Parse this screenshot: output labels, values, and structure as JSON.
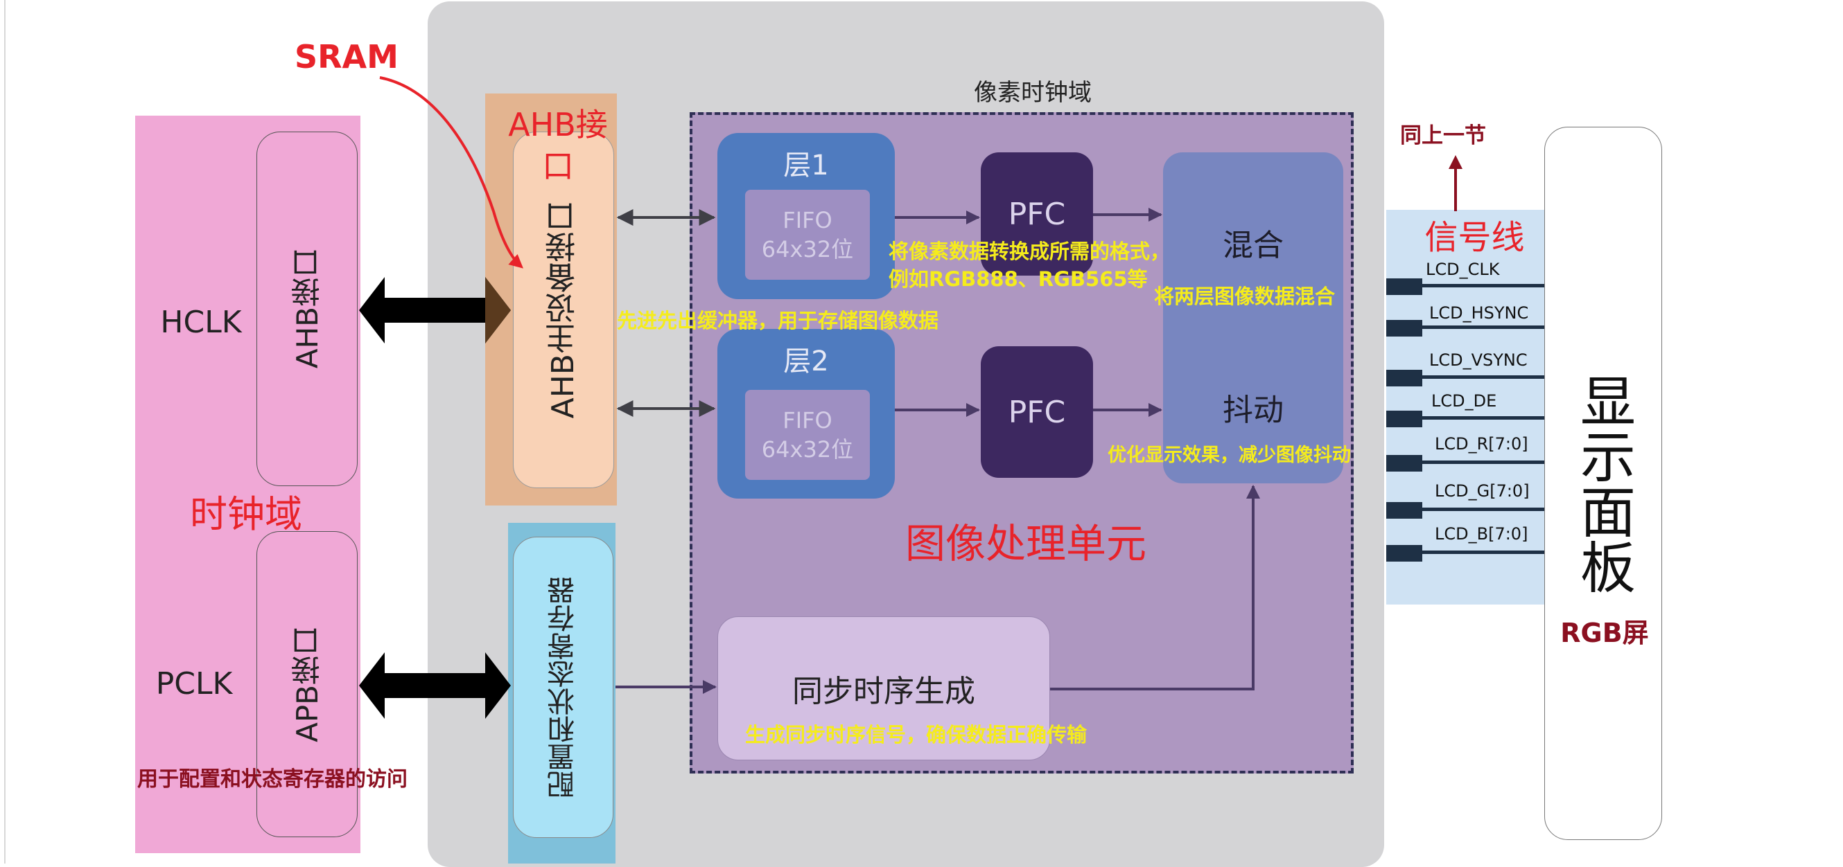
{
  "clock_domain": {
    "title": "时钟域",
    "hclk": "HCLK",
    "pclk": "PCLK",
    "ahb_port": "AHB接口",
    "apb_port": "APB接口",
    "apb_note": "用于配置和状态寄存器的访问"
  },
  "annotations": {
    "sram": "SRAM",
    "ahb_label": "AHB接口",
    "fifo_note": "先进先出缓冲器，用于存储图像数据",
    "pfc_note_line1": "将像素数据转换成所需的格式，",
    "pfc_note_line2": "例如RGB888、RGB565等",
    "blend_note": "将两层图像数据混合",
    "dither_note": "优化显示效果，减少图像抖动",
    "sync_note": "生成同步时序信号，确保数据正确传输",
    "signal_lines": "信号线",
    "same_as_previous": "同上一节",
    "rgb_screen": "RGB屏"
  },
  "ltdc": {
    "ahb_master": "AHB主设备接口",
    "config_regs": "配置和状态寄存器",
    "pixel_clock_domain": "像素时钟域",
    "layer1": "层1",
    "layer2": "层2",
    "fifo_label": "FIFO",
    "fifo_size": "64x32位",
    "pfc": "PFC",
    "blend": "混合",
    "dither": "抖动",
    "image_unit": "图像处理单元",
    "sync_gen": "同步时序生成"
  },
  "signals": [
    "LCD_CLK",
    "LCD_HSYNC",
    "LCD_VSYNC",
    "LCD_DE",
    "LCD_R[7:0]",
    "LCD_G[7:0]",
    "LCD_B[7:0]"
  ],
  "display_panel": "显示面板",
  "colors": {
    "clock_pink": "#f0a8d6",
    "ltdc_gray": "#d4d4d6",
    "pixel_domain_purple": "#ae97c1",
    "layer_blue": "#4f7bbf",
    "pfc_dark": "#3d2860",
    "blend_blue": "#7886c0",
    "signal_bg": "#cfe2f3",
    "signal_port": "#1e3045",
    "ahb_orange": "#e8a978",
    "apb_cyan": "#a9e2f6",
    "sync_lilac": "#d3bfe2"
  }
}
